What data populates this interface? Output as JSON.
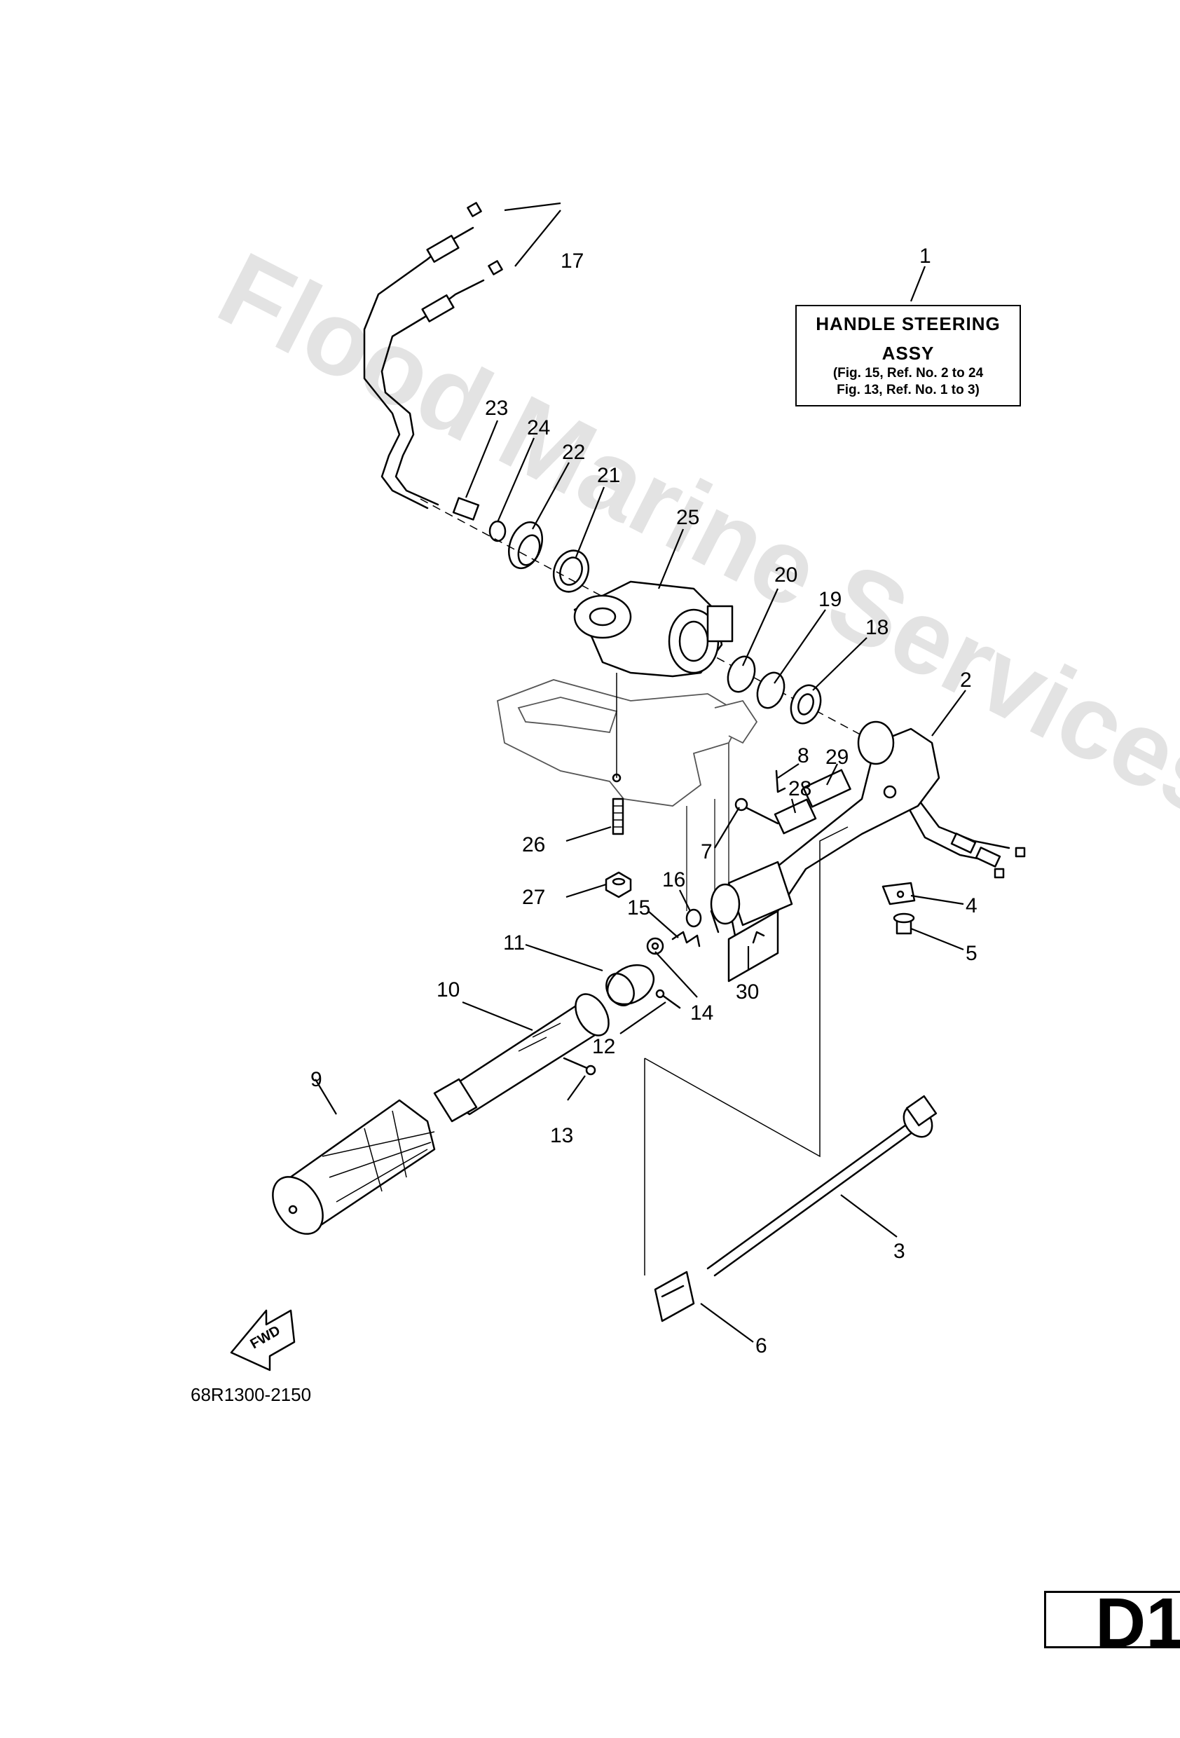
{
  "watermark": "Flood Marine Services",
  "assembly_box": {
    "ref": "1",
    "title_line1": "HANDLE STEERING",
    "title_line2": "ASSY",
    "note_line1": "(Fig. 15, Ref. No. 2 to 24",
    "note_line2": "Fig. 13, Ref. No. 1 to 3)"
  },
  "callouts": [
    "1",
    "2",
    "3",
    "4",
    "5",
    "6",
    "7",
    "8",
    "9",
    "10",
    "11",
    "12",
    "13",
    "14",
    "15",
    "16",
    "17",
    "18",
    "19",
    "20",
    "21",
    "22",
    "23",
    "24",
    "25",
    "26",
    "27",
    "28",
    "29",
    "30"
  ],
  "fwd_label": "FWD",
  "drawing_number": "68R1300-2150",
  "page_id": "D1"
}
